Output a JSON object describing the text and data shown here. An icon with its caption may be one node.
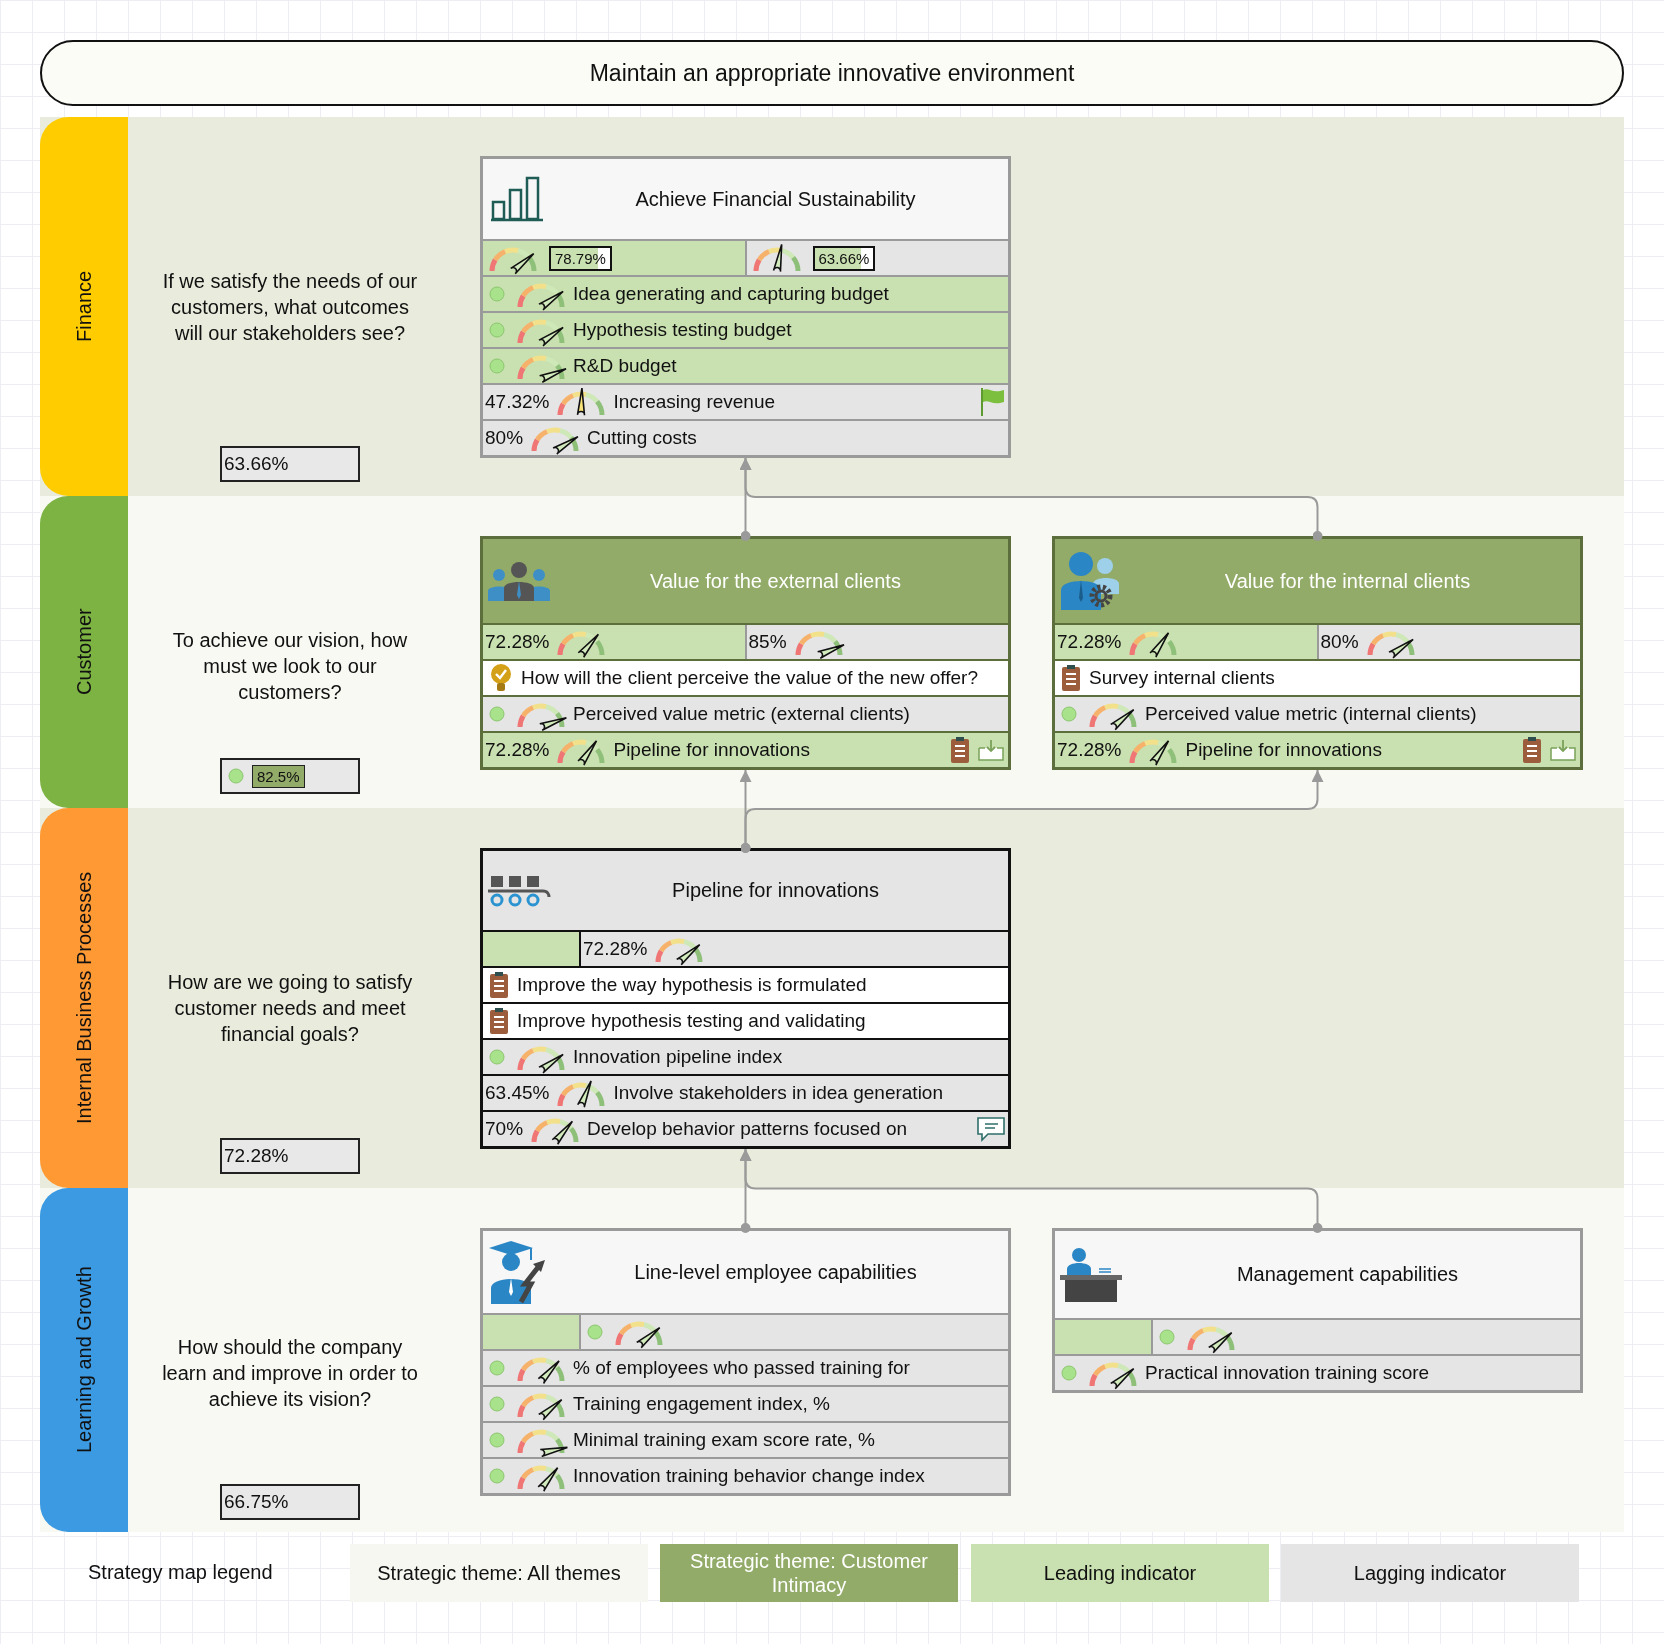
{
  "diagram": {
    "nodes": [
      {
        "text": [
          "Maintain an appropriate innovative environment"
        ]
      },
      {
        "text": [
          "Finance",
          "If we satisfy the needs of our customers, what outcomes will our stakeholders see?",
          "63.66%"
        ]
      },
      {
        "text": [
          "Achieve Financial Sustainability"
        ],
        "in": 1
      },
      {
        "text": [
          "78.79%",
          "63.66%"
        ],
        "in": 2
      },
      {
        "text": [
          "Idea generating and capturing budget"
        ],
        "in": 2
      },
      {
        "text": [
          "Hypothesis testing budget"
        ],
        "in": 2
      },
      {
        "text": [
          "R&D budget"
        ],
        "in": 2
      },
      {
        "text": [
          "47.32%",
          "Increasing revenue"
        ],
        "in": 2
      },
      {
        "text": [
          "80%",
          "Cutting costs"
        ],
        "in": 2
      },
      {
        "text": [
          "Customer",
          "To achieve our vision, how must we look to our customers?",
          "82.5%"
        ]
      },
      {
        "text": [
          "Value for the external clients"
        ],
        "in": 9
      },
      {
        "text": [
          "72.28%",
          "85%"
        ],
        "in": 10
      },
      {
        "text": [
          "How will the client perceive the value of the new offer?"
        ],
        "in": 10
      },
      {
        "text": [
          "Perceived value metric (external clients)"
        ],
        "in": 10
      },
      {
        "text": [
          "72.28%",
          "Pipeline for innovations"
        ],
        "in": 10
      },
      {
        "text": [
          "Value for the internal clients"
        ],
        "in": 9
      },
      {
        "text": [
          "72.28%",
          "80%"
        ],
        "in": 15
      },
      {
        "text": [
          "Survey internal clients"
        ],
        "in": 15
      },
      {
        "text": [
          "Perceived value metric (internal clients)"
        ],
        "in": 15
      },
      {
        "text": [
          "72.28%",
          "Pipeline for innovations"
        ],
        "in": 15
      },
      {
        "text": [
          "Internal Business Processes",
          "How are we going to satisfy customer needs and meet financial goals?",
          "72.28%"
        ]
      },
      {
        "text": [
          "Pipeline for innovations"
        ],
        "in": 20
      },
      {
        "text": [
          "72.28%"
        ],
        "in": 21
      },
      {
        "text": [
          "Improve the way hypothesis is formulated"
        ],
        "in": 21
      },
      {
        "text": [
          "Improve hypothesis testing and validating"
        ],
        "in": 21
      },
      {
        "text": [
          "Innovation pipeline index"
        ],
        "in": 21
      },
      {
        "text": [
          "63.45%",
          "Involve stakeholders in idea generation"
        ],
        "in": 21
      },
      {
        "text": [
          "70%",
          "Develop behavior patterns focused on"
        ],
        "in": 21
      },
      {
        "text": [
          "Learning and Growth",
          "How should the company learn and improve in order to achieve its vision?",
          "66.75%"
        ]
      },
      {
        "text": [
          "Line-level employee capabilities"
        ],
        "in": 28
      },
      {
        "text": [],
        "shape": "bar",
        "in": 29
      },
      {
        "text": [
          "% of employees who passed training for"
        ],
        "in": 29
      },
      {
        "text": [
          "Training engagement index, %"
        ],
        "in": 29
      },
      {
        "text": [
          "Minimal training exam score rate, %"
        ],
        "in": 29
      },
      {
        "text": [
          "Innovation training behavior change index"
        ],
        "in": 29
      },
      {
        "text": [
          "Management capabilities"
        ],
        "in": 28
      },
      {
        "text": [],
        "shape": "bar",
        "in": 35
      },
      {
        "text": [
          "Practical innovation training score"
        ],
        "in": 35
      }
    ],
    "edges": [
      {
        "from": 10,
        "to": 2,
        "arrow": "to"
      },
      {
        "from": 15,
        "to": 2,
        "arrow": "to"
      },
      {
        "from": 21,
        "to": 10,
        "arrow": "to"
      },
      {
        "from": 21,
        "to": 15,
        "arrow": "to"
      },
      {
        "from": 29,
        "to": 21,
        "arrow": "to"
      },
      {
        "from": 35,
        "to": 21,
        "arrow": "to"
      }
    ],
    "labels": [
      "Strategy map legend"
    ],
    "legend": [
      {
        "text": "Strategic theme: All themes",
        "color": "#f7f7f2"
      },
      {
        "text": "Strategic theme: Customer Intimacy",
        "color": "#93ab69"
      },
      {
        "text": "Leading indicator",
        "color": "#c9e0b0"
      },
      {
        "text": "Lagging indicator",
        "color": "#e5e5e5"
      }
    ]
  }
}
